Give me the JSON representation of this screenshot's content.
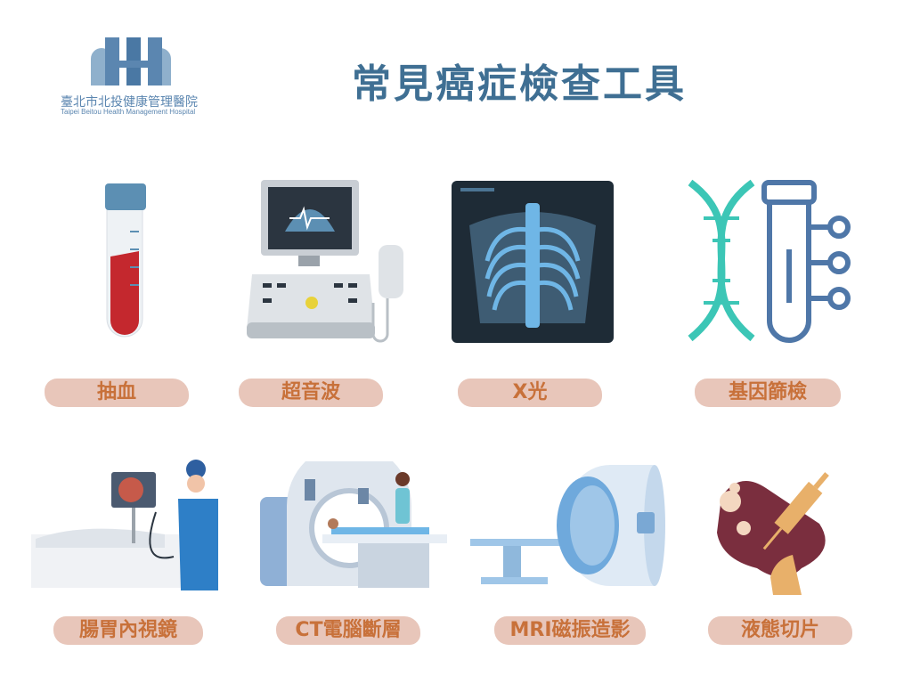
{
  "header": {
    "hospital_name": "臺北市北投健康管理醫院",
    "hospital_name_en": "Taipei Beitou Health Management Hospital",
    "title": "常見癌症檢查工具"
  },
  "tools": [
    {
      "label": "抽血",
      "icon": "blood-tube-icon"
    },
    {
      "label": "超音波",
      "icon": "ultrasound-machine-icon"
    },
    {
      "label": "X光",
      "icon": "xray-icon"
    },
    {
      "label": "基因篩檢",
      "icon": "dna-test-icon"
    },
    {
      "label": "腸胃內視鏡",
      "icon": "endoscopy-icon"
    },
    {
      "label": "CT電腦斷層",
      "icon": "ct-scanner-icon"
    },
    {
      "label": "MRI磁振造影",
      "icon": "mri-scanner-icon"
    },
    {
      "label": "液態切片",
      "icon": "liquid-biopsy-icon"
    }
  ],
  "colors": {
    "title": "#3f6f93",
    "label_text": "#c8713a",
    "label_bg": "#e8c6ba"
  }
}
